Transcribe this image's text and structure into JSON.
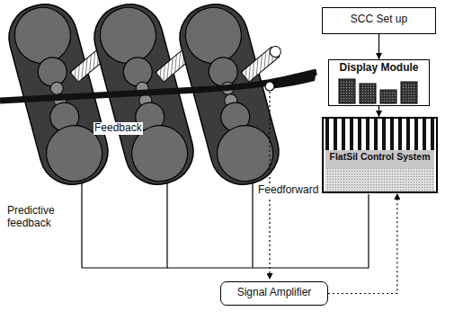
{
  "diagram": {
    "nodes": [
      {
        "text": [
          "SCC Set up"
        ]
      },
      {
        "text": [
          "Display Module"
        ]
      },
      {
        "text": [
          "FlatSil Control System"
        ]
      },
      {
        "text": [
          "Signal Amplifier"
        ]
      }
    ],
    "edges": [
      {
        "from": 0,
        "to": 1,
        "arrow": "to"
      },
      {
        "from": 1,
        "to": 2,
        "arrow": "to"
      },
      {
        "from": 3,
        "to": 2,
        "arrow": "to"
      }
    ],
    "labels": [
      "Predictive feedback",
      "Feedback",
      "Feedforward"
    ]
  }
}
